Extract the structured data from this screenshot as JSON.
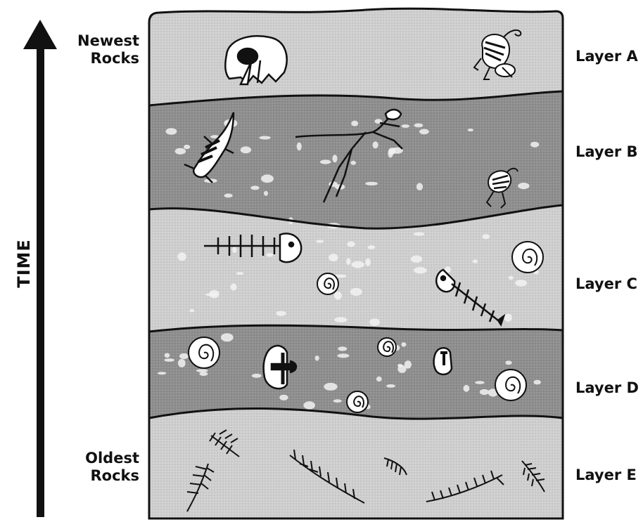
{
  "time_axis": {
    "label": "TIME",
    "direction": "up"
  },
  "rock_age_labels": {
    "newest": "Newest\nRocks",
    "oldest": "Oldest\nRocks"
  },
  "layers": [
    {
      "id": "A",
      "label": "Layer A",
      "fossils": [
        "mammal-skull",
        "frog"
      ]
    },
    {
      "id": "B",
      "label": "Layer B",
      "fossils": [
        "lizard",
        "lizard",
        "frog-skeleton"
      ]
    },
    {
      "id": "C",
      "label": "Layer C",
      "fossils": [
        "fish-skeleton",
        "fish-skeleton",
        "ammonite-shell",
        "ammonite-shell"
      ]
    },
    {
      "id": "D",
      "label": "Layer D",
      "fossils": [
        "ammonite-shell",
        "ammonite-shell",
        "ammonite-shell",
        "ammonite-shell",
        "brachiopod",
        "brachiopod"
      ]
    },
    {
      "id": "E",
      "label": "Layer E",
      "fossils": [
        "fern",
        "fern",
        "fern",
        "fern",
        "fern",
        "fern"
      ]
    }
  ],
  "colors": {
    "light_layer": "#cfcfcf",
    "dark_layer": "#8e8e8e",
    "outline": "#111111",
    "pebble": "#f2f2f2"
  }
}
